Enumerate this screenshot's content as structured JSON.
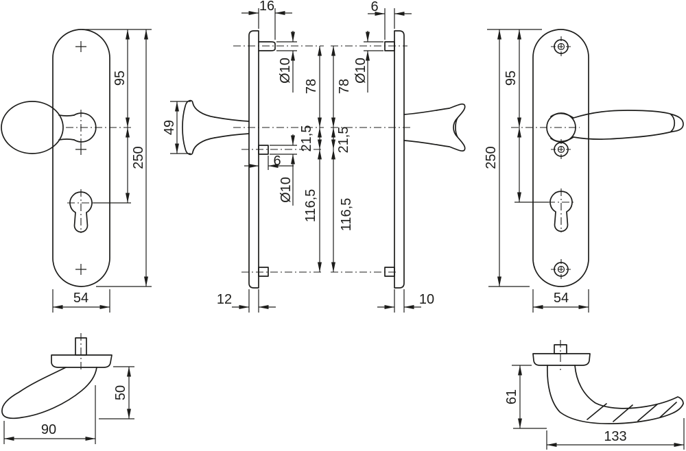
{
  "drawing": {
    "title": "door-handle-technical-drawing",
    "views": {
      "knob_plate_front": {
        "dim_top_to_handle": "95",
        "dim_total_height": "250",
        "dim_plate_width": "54"
      },
      "knob_plate_side": {
        "dim_bolt_length": "16",
        "dim_bolt_diameter": "Ø10",
        "dim_top_fixing_to_handle": "78",
        "dim_knob_height": "49",
        "dim_handle_to_mid_fixing": "21,5",
        "dim_stub_length": "6",
        "dim_stub_diameter": "Ø10",
        "dim_mid_to_bottom_fixing": "116,5",
        "dim_plate_thickness": "12"
      },
      "lever_plate_side": {
        "dim_stub_length": "6",
        "dim_stub_diameter": "Ø10",
        "dim_top_fixing_to_handle": "78",
        "dim_handle_to_mid_fixing": "21,5",
        "dim_mid_to_bottom_fixing": "116,5",
        "dim_plate_thickness": "10"
      },
      "lever_plate_front": {
        "dim_top_to_handle": "95",
        "dim_total_height": "250",
        "dim_plate_width": "54"
      },
      "knob_top": {
        "dim_height": "50",
        "dim_projection": "90"
      },
      "lever_top": {
        "dim_height": "61",
        "dim_projection": "133"
      }
    }
  }
}
